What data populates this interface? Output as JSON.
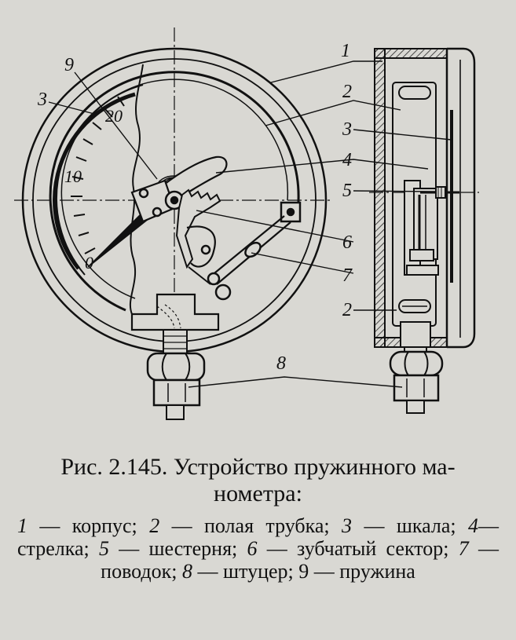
{
  "labels": {
    "l1": "1",
    "l2": "2",
    "l3": "3",
    "l4": "4",
    "l5": "5",
    "l6": "6",
    "l7": "7",
    "l8": "8",
    "l9": "9",
    "r2": "2",
    "r3": "3"
  },
  "scale": {
    "t0": "0",
    "t10": "10",
    "t20": "20"
  },
  "caption": {
    "line1": "Рис. 2.145. Устройство пружинного ма-",
    "line2": "нометра:"
  },
  "legend": [
    {
      "num": "1",
      "text": " — корпус; "
    },
    {
      "num": "2",
      "text": " — полая трубка; "
    },
    {
      "num": "3",
      "text": " — шкала; "
    },
    {
      "num": "4",
      "text": "— стрелка; "
    },
    {
      "num": "5",
      "text": " — шестерня; "
    },
    {
      "num": "6",
      "text": " — зубчатый сектор; "
    },
    {
      "num": "7",
      "text": " — поводок; "
    },
    {
      "num": "8",
      "text": " — штуцер; 9 — пружина"
    }
  ]
}
